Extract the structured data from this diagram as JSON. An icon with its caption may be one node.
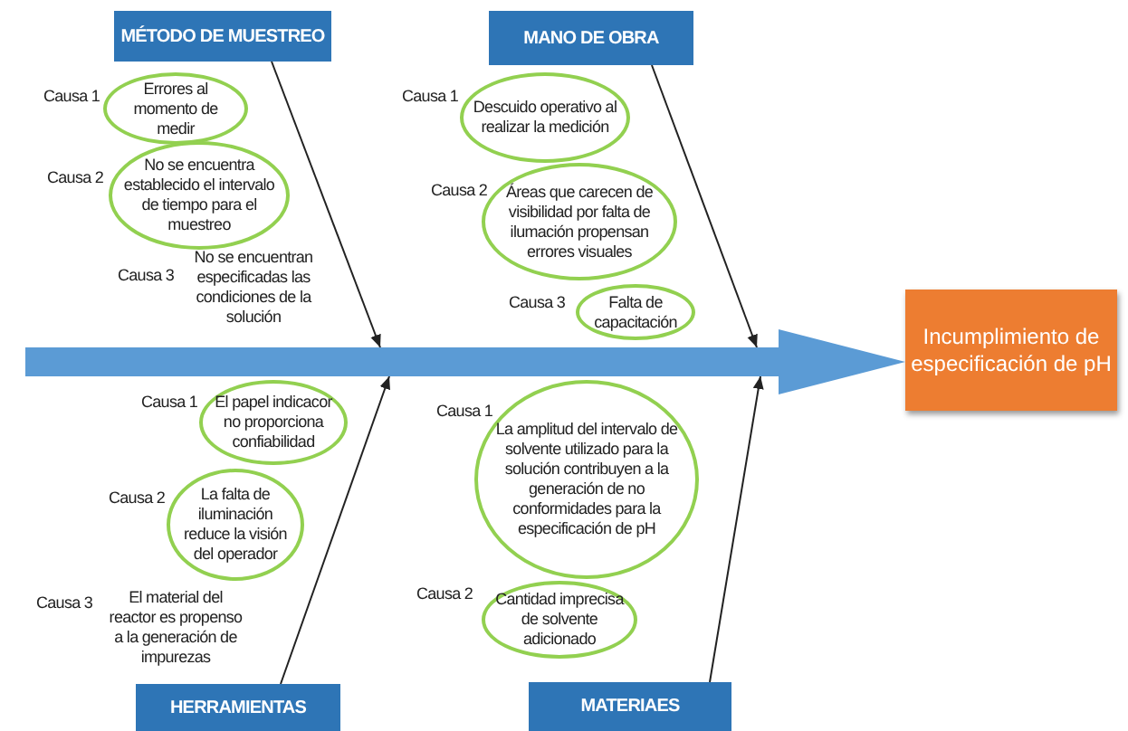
{
  "diagram": {
    "nodes": [
      {
        "text": [
          "MÉTODO DE  MUESTREO"
        ]
      },
      {
        "text": [
          "Errores al momento de medir"
        ],
        "beside": [
          "Causa 1"
        ]
      },
      {
        "text": [
          "No se encuentra establecido el intervalo de tiempo para el muestreo"
        ],
        "beside": [
          "Causa 2"
        ]
      },
      {
        "text": [
          "MANO DE OBRA"
        ]
      },
      {
        "text": [
          "Descuido operativo al realizar la medición"
        ],
        "beside": [
          "Causa 1"
        ]
      },
      {
        "text": [
          "Áreas que carecen de visibilidad por falta de ilumación propensan errores visuales"
        ],
        "beside": [
          "Causa 2"
        ]
      },
      {
        "text": [
          "Falta de capacitación"
        ],
        "beside": [
          "Causa 3"
        ]
      },
      {
        "text": [
          "Incumplimiento de especificación de pH"
        ]
      },
      {
        "text": [
          "El papel indicacor no proporciona confiabilidad"
        ],
        "beside": [
          "Causa 1"
        ]
      },
      {
        "text": [
          "La falta de iluminación reduce  la visión del operador"
        ],
        "beside": [
          "Causa 2"
        ]
      },
      {
        "text": [
          "La amplitud del intervalo de solvente utilizado para la solución contribuyen a la generación de no conformidades para la especificación de pH"
        ],
        "beside": [
          "Causa 1"
        ]
      },
      {
        "text": [
          "Cantidad imprecisa de solvente adicionado"
        ],
        "beside": [
          "Causa 2"
        ]
      },
      {
        "text": [
          "HERRAMIENTAS"
        ]
      },
      {
        "text": [
          "MATERIAES"
        ]
      },
      {
        "text": [],
        "shape": "bar"
      }
    ],
    "edges": [
      {
        "from": 14,
        "to": 7,
        "arrow": "to",
        "style": "thick",
        "color": "#5b9bd5"
      },
      {
        "from": 0,
        "to": 14,
        "arrow": "to"
      },
      {
        "from": 3,
        "to": 14,
        "arrow": "to"
      },
      {
        "from": 12,
        "to": 14,
        "arrow": "to"
      },
      {
        "from": 13,
        "to": 14,
        "arrow": "to"
      }
    ],
    "labels": [
      "Causa 3",
      "No se encuentran especificadas las condiciones de la solución",
      "Causa 3",
      "El material del reactor es propenso a la generación de impurezas"
    ]
  }
}
